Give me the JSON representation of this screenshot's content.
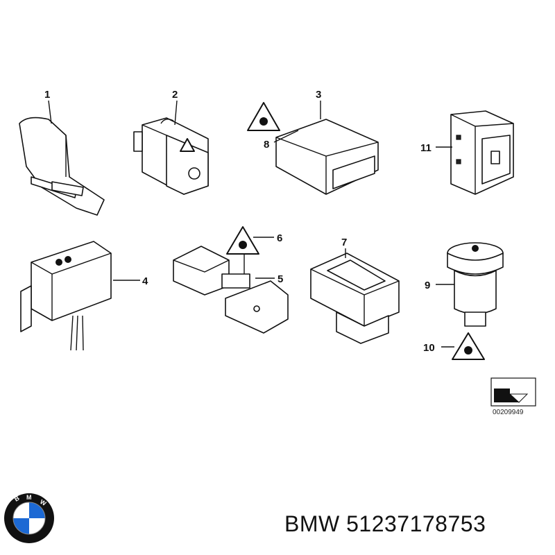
{
  "callouts": [
    "1",
    "2",
    "3",
    "4",
    "5",
    "6",
    "7",
    "8",
    "9",
    "10",
    "11"
  ],
  "reference_code": "00209949",
  "logo": {
    "text": "BMW",
    "colors": {
      "blue": "#1c69d4",
      "ring": "#111111",
      "white": "#ffffff"
    }
  },
  "caption": {
    "brand": "BMW",
    "part_number": "51237178753"
  },
  "icons": [
    "hazard-triangle-icon",
    "trunk-release-icon",
    "child-lock-warning-icon",
    "fuel-door-icon"
  ]
}
